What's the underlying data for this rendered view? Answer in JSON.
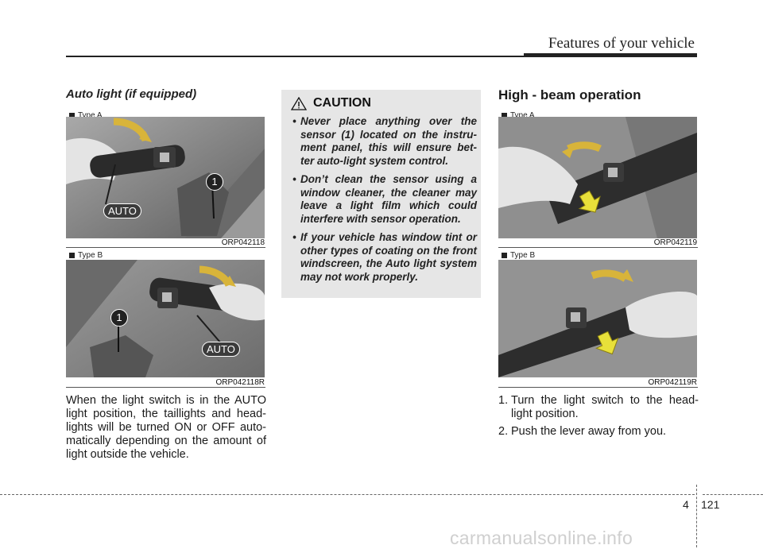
{
  "header": {
    "title": "Features of your vehicle"
  },
  "left": {
    "title": "Auto light (if equipped)",
    "figure_a": {
      "type_label": "Type A",
      "caption": "ORP042118",
      "callout_number": "1",
      "auto_label": "AUTO"
    },
    "figure_b": {
      "type_label": "Type B",
      "caption": "ORP042118R",
      "callout_number": "1",
      "auto_label": "AUTO"
    },
    "body": "When the light switch is in the AUTO light position, the taillights and head-lights will be turned ON or OFF auto-matically depending on the amount of light outside the vehicle."
  },
  "caution": {
    "heading": "CAUTION",
    "items": [
      "Never place anything over the sensor (1) located on the instru-ment panel, this will ensure bet-ter auto-light system control.",
      "Don’t clean the sensor using a window cleaner, the cleaner may leave a light film which could interfere with sensor operation.",
      "If your vehicle has window tint or other types of coating on the front windscreen, the Auto light system may not work properly."
    ]
  },
  "right": {
    "title": "High - beam operation",
    "figure_a": {
      "type_label": "Type A",
      "caption": "ORP042119"
    },
    "figure_b": {
      "type_label": "Type B",
      "caption": "ORP042119R"
    },
    "steps": [
      {
        "num": "1.",
        "text": "Turn the light switch to the head-light position."
      },
      {
        "num": "2.",
        "text": "Push the lever away from you."
      }
    ]
  },
  "footer": {
    "chapter": "4",
    "page": "121",
    "watermark": "carmanualsonline.info"
  }
}
